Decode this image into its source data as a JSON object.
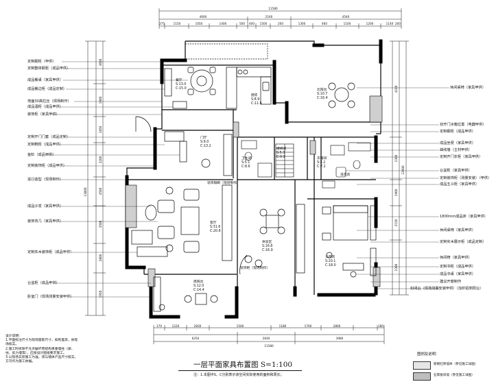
{
  "title": "一层平面家具布置图 S=1:100",
  "title_note": "注：1.本图中S、C分别表示该空间实际使用的面积和周长；",
  "notes": {
    "heading": "设计说明：",
    "items": [
      "1.平面标注尺寸为现场量取尺寸，如有差异，依现场核实。",
      "2.施工时拆除不允许破坏原结构承重墙柱（梁、柱、剪力墙等），应按设计图纸要求施工。",
      "3.以现场实际施工为准，须与墙体产品尺寸核实，方可作为施工依据。"
    ]
  },
  "legend": {
    "title": "图例及说明：",
    "items": [
      {
        "text": "新砌红砖墙体（参见施工详图）",
        "fill": "#e6e6e6"
      },
      {
        "text": "石膏板间墙（参见施工详图）",
        "fill": "#bdbdbd"
      }
    ]
  },
  "dims": {
    "top_total": "11580",
    "top_parts": [
      "4600",
      "2160",
      "4540"
    ],
    "top_detail": [
      "275",
      "1150",
      "1050",
      "1400",
      "500",
      "400",
      "1500",
      "200",
      "1300",
      "460",
      "1100",
      "1200",
      "1140",
      "200"
    ],
    "bottom_parts": [
      "6250",
      "2830",
      "3980"
    ],
    "bottom_detail": [
      "170",
      "1220",
      "2830",
      "1500",
      "1180",
      "1700",
      "2800",
      "180"
    ],
    "bottom_total": "11580",
    "left_parts": [
      "3600",
      "1900",
      "1850",
      "3200",
      "4500",
      "3500",
      "2800",
      "1950"
    ],
    "left_total": "13800",
    "right_parts": [
      "4100",
      "2300",
      "1900",
      "2150",
      "2300",
      "12900"
    ]
  },
  "rooms": [
    {
      "name": "餐厅",
      "area": "S:13.0",
      "perimeter": "C:15.0"
    },
    {
      "name": "厨房",
      "area": "S:8.9",
      "perimeter": "C:11.6"
    },
    {
      "name": "北阳台",
      "area": "S:10.7",
      "perimeter": "C:16.4"
    },
    {
      "name": "门厅",
      "area": "S:9.0",
      "perimeter": "C:13.2"
    },
    {
      "name": "楼梯间",
      "area": "S:5.3",
      "perimeter": "C:9.1"
    },
    {
      "name": "卫生间",
      "area": "S:5.1",
      "perimeter": "C:8.6"
    },
    {
      "name": "衣帽间",
      "area": "S:3.2",
      "perimeter": "C:7.2"
    },
    {
      "name": "客厅",
      "area": "S:31.6",
      "perimeter": "C:20.6"
    },
    {
      "name": "休息区",
      "area": "S:16.8",
      "perimeter": "C:16.9"
    },
    {
      "name": "父母房",
      "area": "S:20.1",
      "perimeter": "C:18.0"
    },
    {
      "name": "南阳台",
      "area": "S:12.0",
      "perimeter": "C:14.4"
    },
    {
      "name": "洗衣房",
      "area": "",
      "perimeter": ""
    }
  ],
  "inline_notes": [
    "装饰隔断（现场制作）",
    "装饰柜（现场制作）"
  ],
  "left_labels": [
    "定制橱柜（甲供）",
    "定制整体橱柜（成品甲供）",
    "成品餐桌（家具甲供）",
    "成品餐边柜（成品定制）",
    "地面30高拉丝（现场制作）",
    "成品酒柜（成品甲供）",
    "装饰柜（家具甲供）",
    "定制开门门套（成品定制）",
    "定制鞋柜（成品甲供）",
    "鱼缸（成品甲供）",
    "定制装饰柜（成品甲供）",
    "进口造型（现场制作）",
    "成品沙发（家具甲供）",
    "装饰背几（家具甲供）",
    "定制实木装饰柜（成品甲供）",
    "台盆柜（成品甲供）",
    "卧室门（现场测量安装甲供）"
  ],
  "right_labels": [
    "休闲桌椅（家具甲供）",
    "双开门冰箱位置（电器甲供）",
    "定制橱柜（成品甲供）",
    "成品坐便（家具甲供）",
    "曲线墙（主材甲供）",
    "定制开门衣柜（家具甲供）",
    "台盆柜（家具甲供）",
    "定制装饰柜（测量安装）（甲供）",
    "成品五斗柜（家具甲供）",
    "1800mm成品床（家具甲供）",
    "休闲桌椅（家具甲供）",
    "定制实木展示柜（成品定制）",
    "休闲椅（家具甲供）",
    "定制书柜（成品甲供）",
    "成品书桌（家具甲供）",
    "建议开窗制作",
    "封闭台（现场测量安装甲供）（加析铝侧阳台）"
  ]
}
